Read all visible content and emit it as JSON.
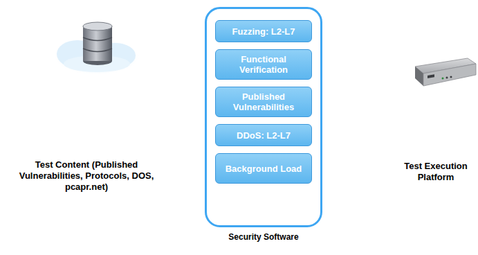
{
  "diagram": {
    "nodes": [
      {
        "text": [
          "Security Software"
        ]
      },
      {
        "text": [
          "Fuzzing: L2-L7"
        ],
        "in": 0
      },
      {
        "text": [
          "Functional Verification"
        ],
        "in": 0
      },
      {
        "text": [
          "Published Vulnerabilities"
        ],
        "in": 0
      },
      {
        "text": [
          "DDoS: L2-L7"
        ],
        "in": 0
      },
      {
        "text": [
          "Background Load"
        ],
        "in": 0
      }
    ],
    "labels": [
      "Test Content (Published Vulnerabilities, Protocols, DOS, pcapr.net)",
      "Test Execution Platform"
    ]
  }
}
